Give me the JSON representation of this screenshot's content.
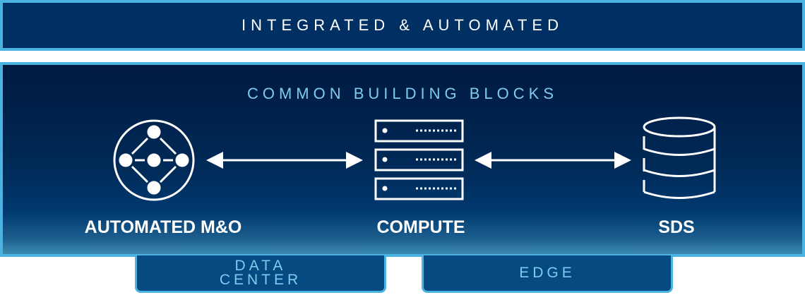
{
  "header": {
    "title": "INTEGRATED & AUTOMATED"
  },
  "main": {
    "subtitle": "COMMON BUILDING BLOCKS",
    "blocks": [
      {
        "label": "AUTOMATED M&O",
        "icon": "network-nodes-icon"
      },
      {
        "label": "COMPUTE",
        "icon": "server-rack-icon"
      },
      {
        "label": "SDS",
        "icon": "database-icon"
      }
    ]
  },
  "tabs": [
    {
      "line1": "DATA",
      "line2": "CENTER"
    },
    {
      "line1": "EDGE"
    }
  ],
  "colors": {
    "border": "#4ab3e2",
    "header_bg": "#003063",
    "subtitle": "#7fcbf0"
  }
}
